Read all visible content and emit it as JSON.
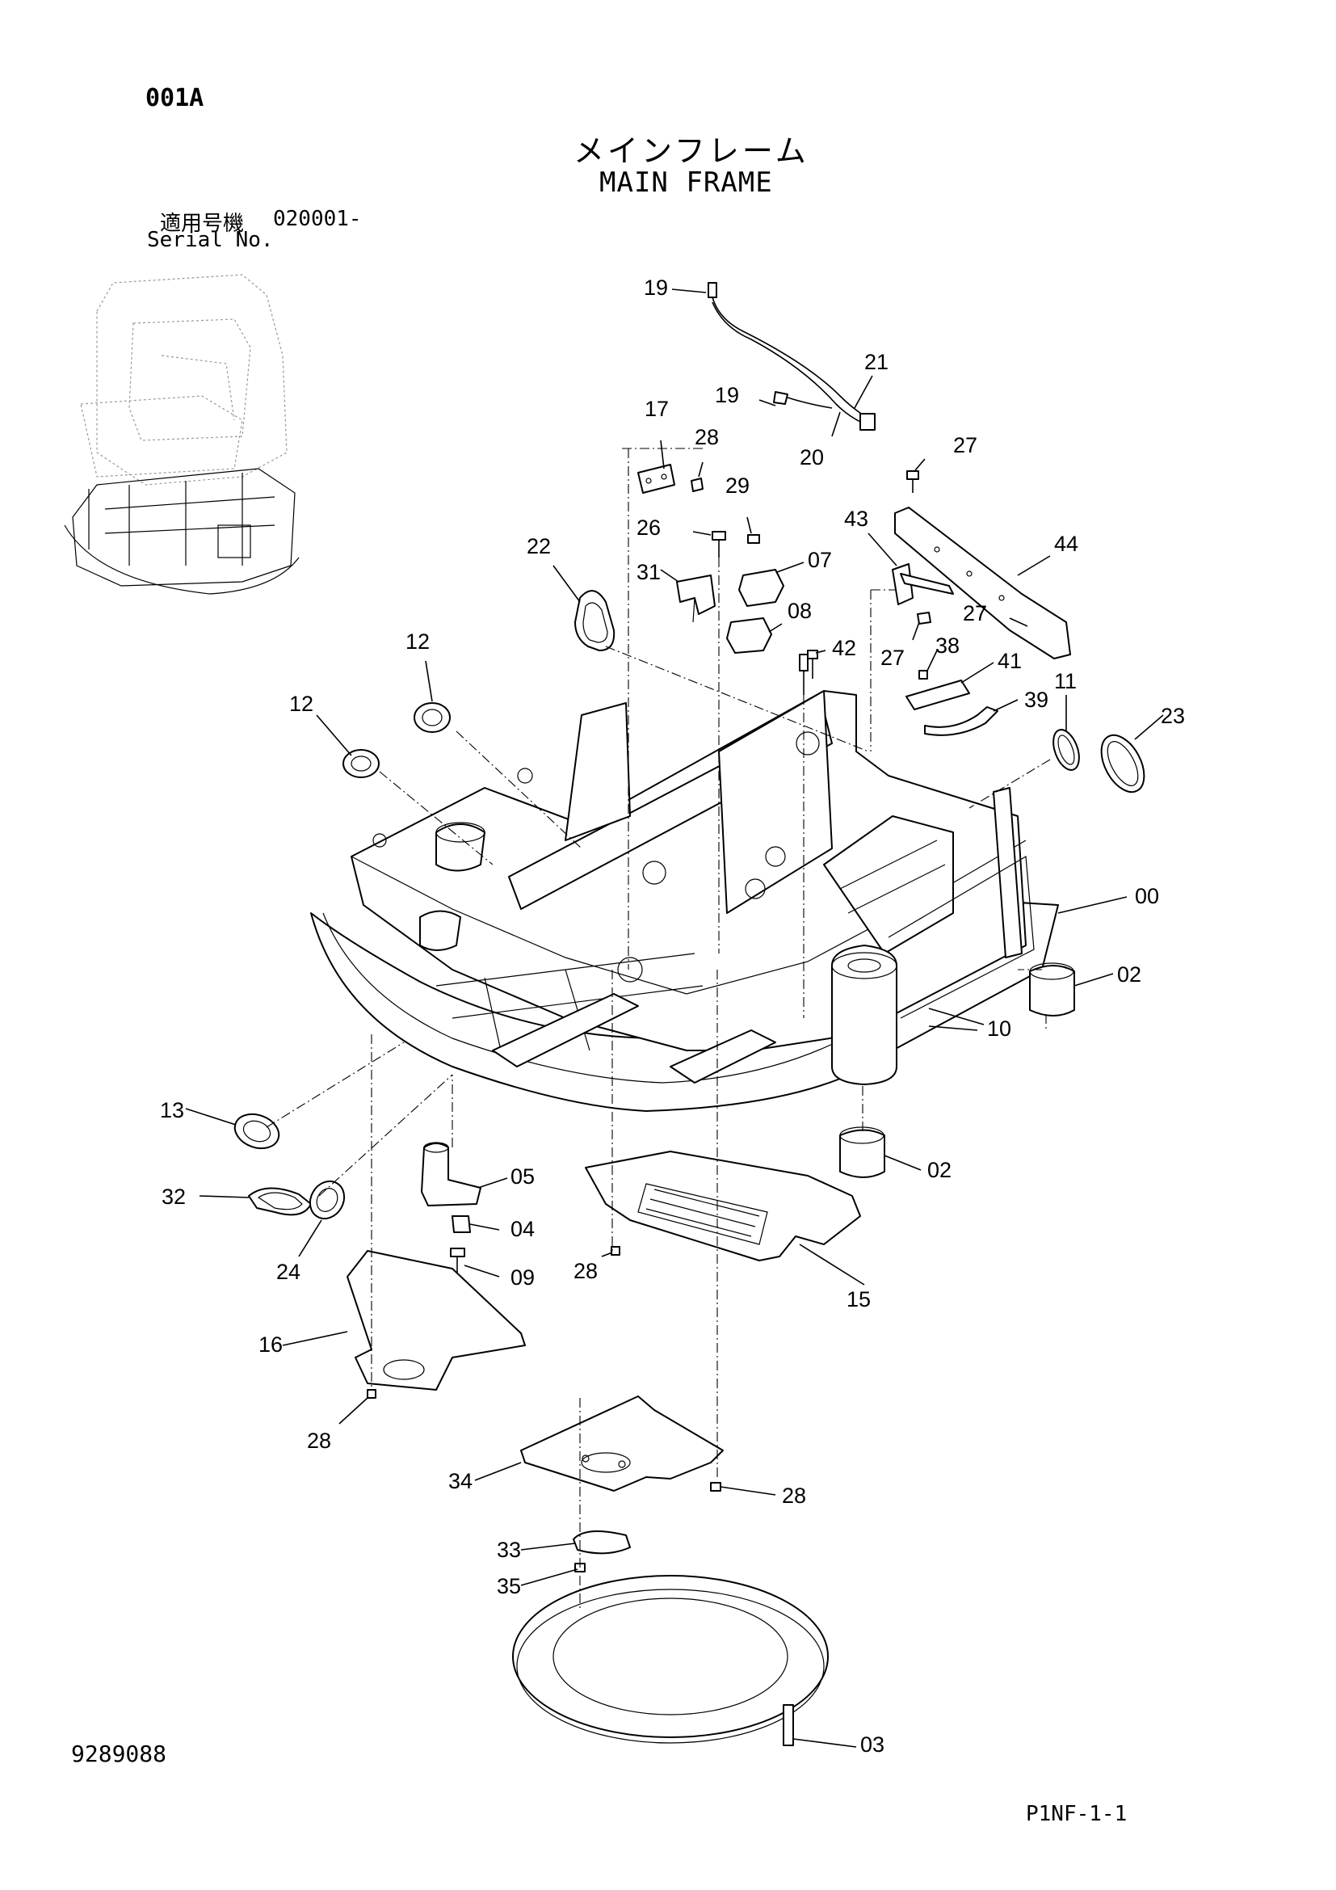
{
  "header": {
    "page_code": "001A",
    "title_jp": "メインフレーム",
    "title_en": "MAIN FRAME",
    "serial_label_jp": "適用号機",
    "serial_value": "020001-",
    "serial_label_en": "Serial No."
  },
  "footer": {
    "document_number": "9289088",
    "page_reference": "P1NF-1-1"
  },
  "callouts": [
    "19",
    "19",
    "21",
    "20",
    "17",
    "28",
    "29",
    "27",
    "26",
    "43",
    "44",
    "07",
    "31",
    "22",
    "08",
    "27",
    "27",
    "38",
    "42",
    "12",
    "41",
    "39",
    "11",
    "23",
    "12",
    "00",
    "02",
    "10",
    "13",
    "05",
    "02",
    "32",
    "04",
    "24",
    "28",
    "09",
    "15",
    "16",
    "28",
    "34",
    "28",
    "33",
    "35",
    "03"
  ]
}
